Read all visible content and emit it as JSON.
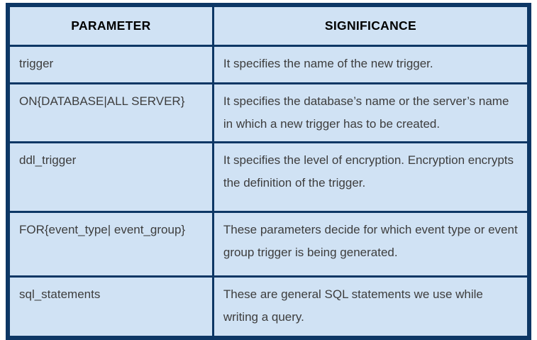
{
  "table": {
    "headers": {
      "parameter": "PARAMETER",
      "significance": "SIGNIFICANCE"
    },
    "rows": [
      {
        "parameter": "trigger",
        "significance": "It specifies the name of the new trigger."
      },
      {
        "parameter": "ON{DATABASE|ALL SERVER}",
        "significance": "It specifies the database’s name or the server’s name in which a new trigger has to be created."
      },
      {
        "parameter": "ddl_trigger",
        "significance": "It specifies the level of encryption. Encryption encrypts the definition of the trigger."
      },
      {
        "parameter": "FOR{event_type| event_group}",
        "significance": "These parameters decide for which event type or event group trigger is being generated."
      },
      {
        "parameter": "sql_statements",
        "significance": "These are general SQL statements we use while writing a query."
      }
    ],
    "colors": {
      "cell_background": "#d0e2f4",
      "border": "#0d3765",
      "header_text": "#000000",
      "body_text": "#3d3d3d",
      "page_background": "#ffffff"
    }
  }
}
